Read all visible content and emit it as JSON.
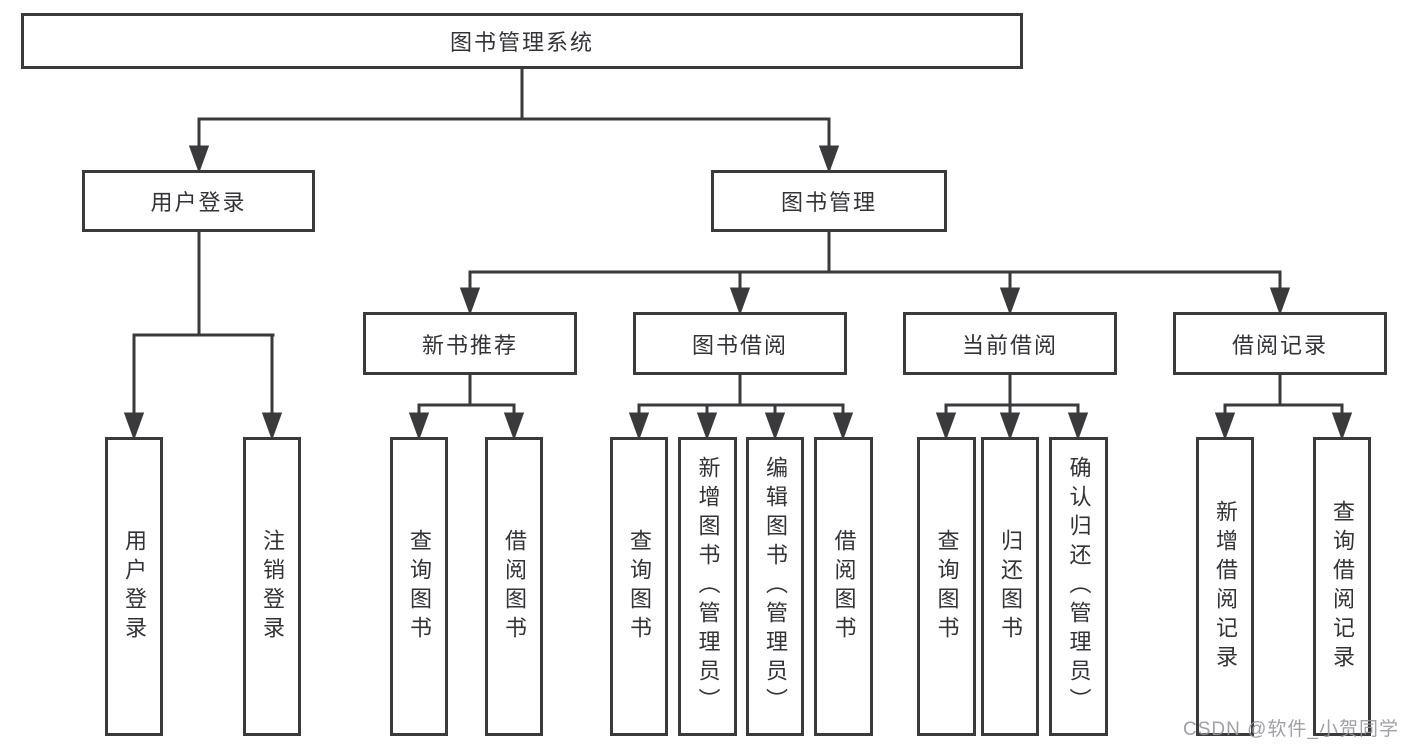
{
  "tree": {
    "root": {
      "label": "图书管理系统"
    },
    "branches": [
      {
        "label": "用户登录",
        "children": [
          {
            "label": "用户登录"
          },
          {
            "label": "注销登录"
          }
        ]
      },
      {
        "label": "图书管理",
        "children": [
          {
            "label": "新书推荐",
            "children": [
              {
                "label": "查询图书"
              },
              {
                "label": "借阅图书"
              }
            ]
          },
          {
            "label": "图书借阅",
            "children": [
              {
                "label": "查询图书"
              },
              {
                "label": "新增图书（管理员）"
              },
              {
                "label": "编辑图书（管理员）"
              },
              {
                "label": "借阅图书"
              }
            ]
          },
          {
            "label": "当前借阅",
            "children": [
              {
                "label": "查询图书"
              },
              {
                "label": "归还图书"
              },
              {
                "label": "确认归还（管理员）"
              }
            ]
          },
          {
            "label": "借阅记录",
            "children": [
              {
                "label": "新增借阅记录"
              },
              {
                "label": "查询借阅记录"
              }
            ]
          }
        ]
      }
    ]
  },
  "watermark": {
    "text": "CSDN @软件_小贺同学"
  },
  "colors": {
    "line": "#3a3a3c",
    "text": "#333337",
    "watermark": "#96969b",
    "background": "#ffffff"
  }
}
